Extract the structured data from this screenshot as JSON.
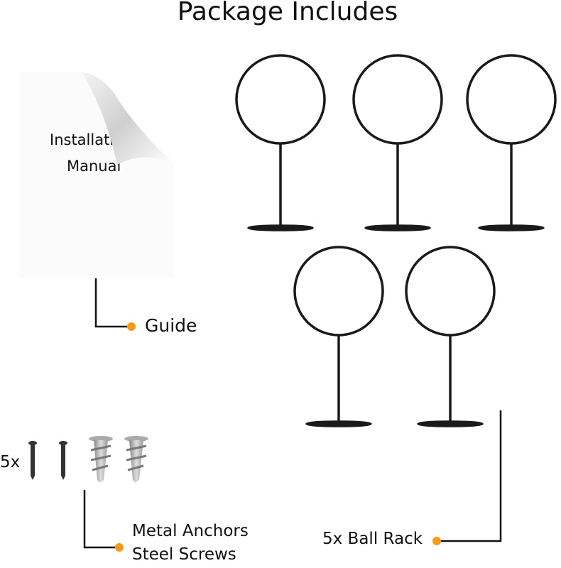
{
  "title": "Package Includes",
  "manual": {
    "line1": "Installation",
    "line2": "Manual"
  },
  "labels": {
    "guide": "Guide",
    "hardware_qty": "5x",
    "anchors": "Metal Anchors",
    "screws": "Steel Screws",
    "ball_rack": "5x Ball Rack"
  },
  "colors": {
    "accent_dot": "#f59a1b",
    "rack": "#1a1a1a"
  }
}
